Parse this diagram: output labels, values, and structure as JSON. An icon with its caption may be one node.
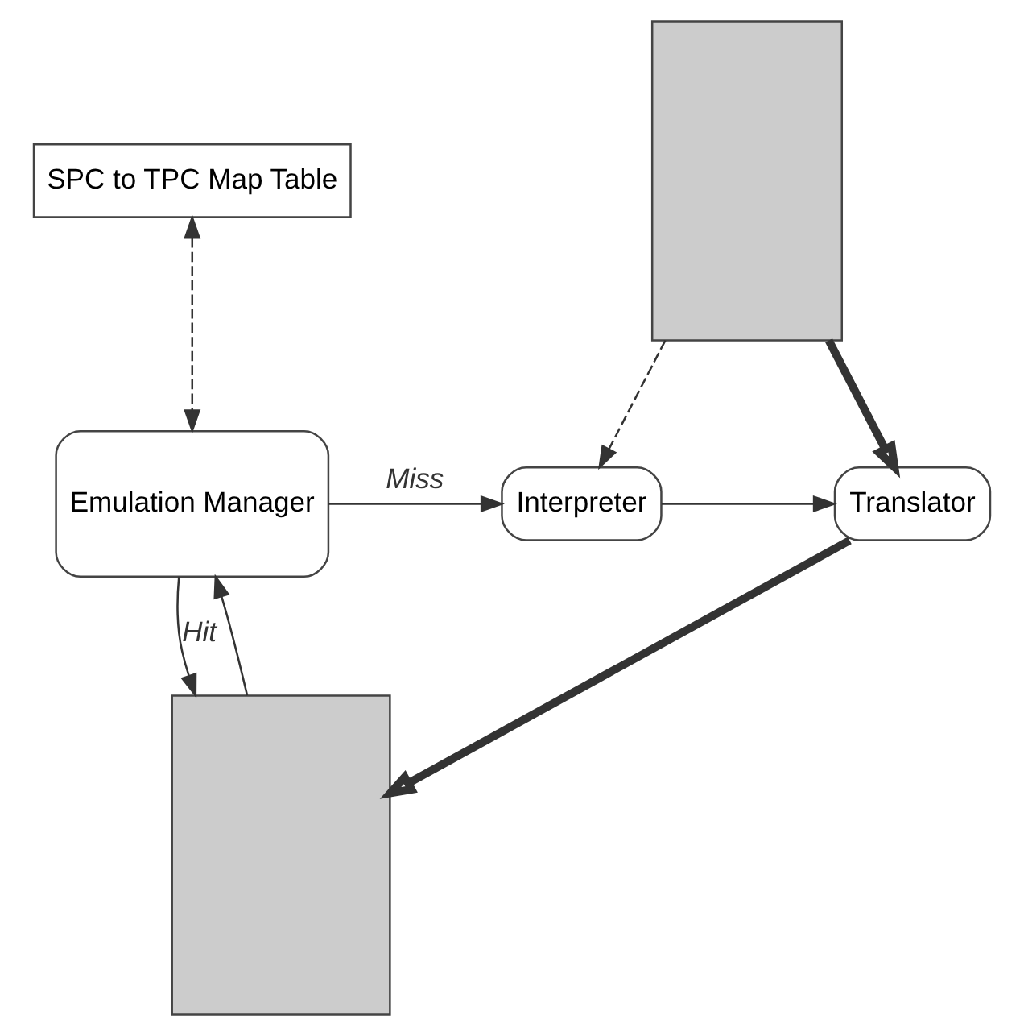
{
  "diagram": {
    "nodes": [
      {
        "text": [
          "SPC to TPC Map Table"
        ]
      },
      {
        "text": [
          "Emulation Manager"
        ]
      },
      {
        "text": [
          "Interpreter"
        ]
      },
      {
        "text": [
          "Translator"
        ]
      },
      {
        "text": [],
        "shape": "box"
      },
      {
        "text": [],
        "shape": "box"
      }
    ],
    "edges": [
      {
        "from": 0,
        "to": 1,
        "arrow": "both",
        "style": "dashed"
      },
      {
        "from": 1,
        "to": 2,
        "arrow": "to",
        "label": "Miss"
      },
      {
        "from": 4,
        "to": 2,
        "arrow": "to",
        "style": "dashed"
      },
      {
        "from": 2,
        "to": 3,
        "arrow": "to"
      },
      {
        "from": 4,
        "to": 3,
        "arrow": "to",
        "style": "thick"
      },
      {
        "from": 3,
        "to": 5,
        "arrow": "to",
        "style": "thick"
      },
      {
        "from": 1,
        "to": 5,
        "arrow": "to",
        "label": "Hit"
      },
      {
        "from": 5,
        "to": 1,
        "arrow": "to"
      }
    ]
  }
}
